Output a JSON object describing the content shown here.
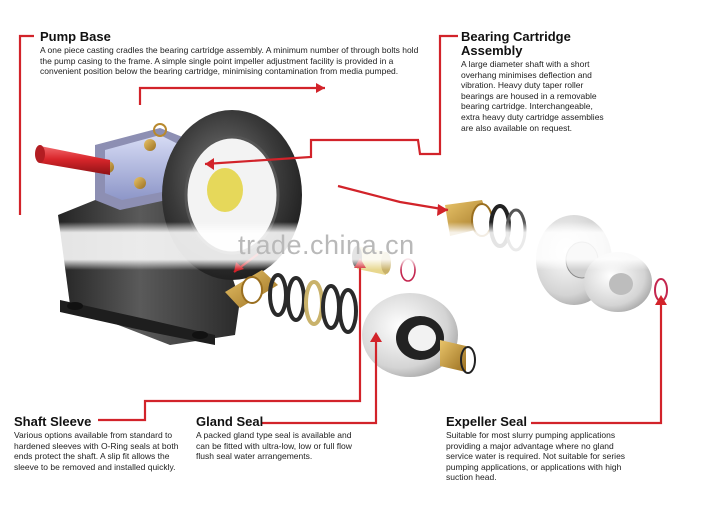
{
  "callouts": {
    "pump_base": {
      "title": "Pump Base",
      "text": "A one piece casting cradles the bearing cartridge assembly. A minimum number of through bolts hold the pump casing to the frame. A simple single point impeller adjustment facility is provided in a convenient position below the bearing cartridge, minimising contamination from media pumped."
    },
    "bearing_cartridge": {
      "title": "Bearing Cartridge Assembly",
      "text": "A large diameter shaft with a short overhang minimises deflection and vibration. Heavy duty taper roller bearings are housed in a removable bearing cartridge. Interchangeable, extra heavy duty cartridge assemblies are also available on request."
    },
    "shaft_sleeve": {
      "title": "Shaft Sleeve",
      "text": "Various options available from standard to hardened sleeves with O-Ring seals at both ends protect the shaft. A slip fit allows the sleeve to be removed and installed quickly."
    },
    "gland_seal": {
      "title": "Gland Seal",
      "text": "A packed gland type seal is available and can be fitted with ultra-low, low or full flow flush seal water arrangements."
    },
    "expeller_seal": {
      "title": "Expeller Seal",
      "text": "Suitable for most slurry pumping applications providing a major advantage where no gland service water is required. Not suitable for series pumping applications, or applications with high suction head."
    }
  },
  "watermark": "trade.china.cn",
  "colors": {
    "leader": "#d2232a",
    "shaft": "#d9262b",
    "brass": "#b8892e",
    "metal_dark": "#2b2b2b",
    "metal_light": "#d7d7d7"
  }
}
